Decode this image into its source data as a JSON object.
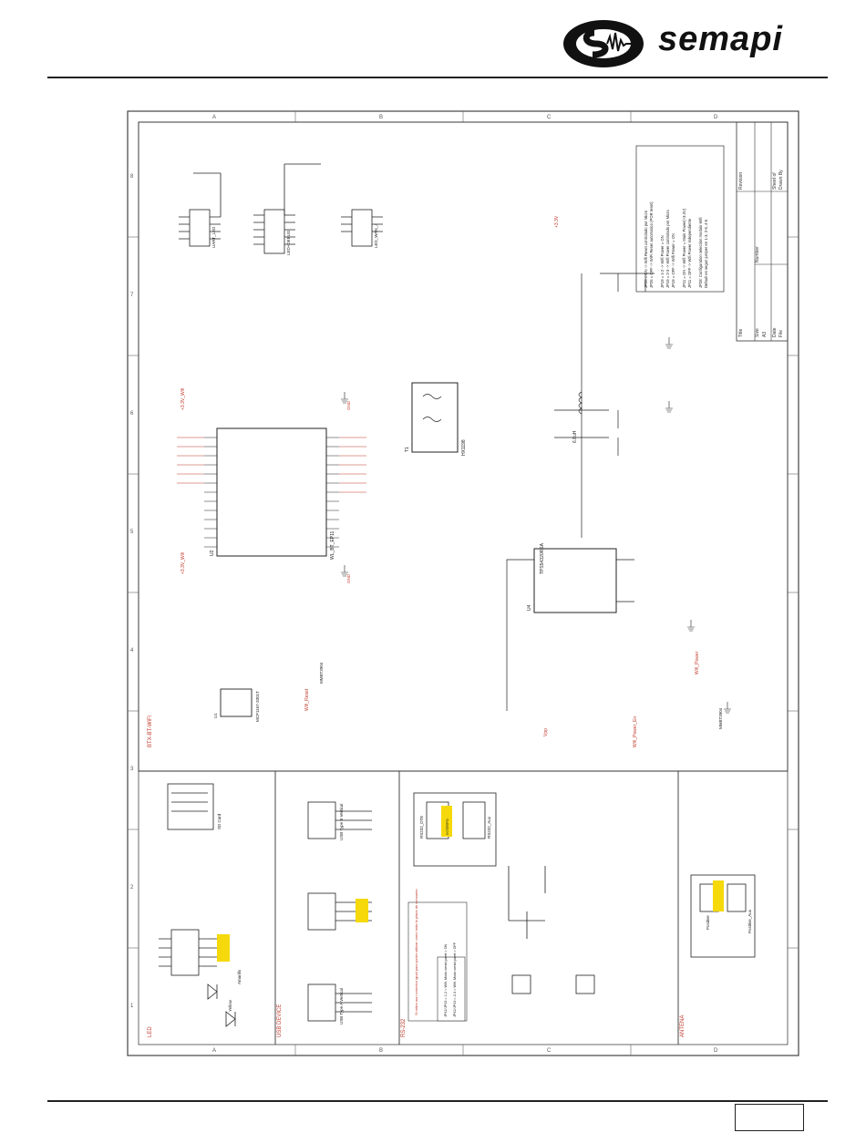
{
  "header": {
    "brand": "semapi"
  },
  "schematic": {
    "sections": {
      "bt": "BTX-BT-WiFi",
      "led": "LED",
      "usb": "USB DEVICE",
      "rs232": "RS-232",
      "antena": "ANTENA"
    },
    "rs232_note": "Si retira aun conector igual para poder utilizar como toda la plana de consumo.",
    "jumper_note_1": "JP42/JP43 = 1-2 = Wifi, Modo serial puert = ON",
    "jumper_note_2": "JP42/JP43 = 2-3 = Wifi, Modo serial puert = OFF",
    "config_notes": [
      "JP26 = ON -> Wifi Reset controlado por Micro",
      "JP26 = OFF -> WiFi Reset automatico (POR reset)",
      "JP19 = 1-2 -> Wifi Power = ON",
      "JP19 = 2-3 -> Wifi Power controlado por Micro",
      "JP19 = OFF -> Wifi Power = ON",
      "JP11 = ON -> Wifi Power = Main Power(+3.3V)",
      "JP11 = OFF -> Wifi Power independiente",
      "JP28: Configuration selection modulo Wifi",
      "Default es segun jumper en 1-3, 2-5, 4-6"
    ],
    "title_block": {
      "title": "Title",
      "size": "Size",
      "size_val": "A3",
      "number": "Number",
      "revision": "Revision",
      "date": "Date",
      "file": "File",
      "sheet": "Sheet of",
      "drawn": "Drawn By"
    },
    "chips": {
      "u2": "U2",
      "u2_part": "WL_BT_EP11",
      "u4": "U4",
      "u4_part": "TPS54320RSA",
      "t1": "T1",
      "t1_part": "HX1198",
      "u1": "U1",
      "u1_part": "MCP1167-3301T"
    },
    "connectors": {
      "jp14": "UART_LED",
      "jp21": "LED+DEBUG",
      "jp24": "LED_WAN_J",
      "j1": "USB Type B Vertical",
      "j3": "USB Type A Vertical",
      "jp30": "SD Card",
      "jp34": "RS232_DTE",
      "jp28": "RS232_Aux",
      "jp36": "Positive",
      "jp38": "Positive_Aux"
    },
    "misc_labels": {
      "vcc": "+3.3V",
      "vcc_wifi": "+3.3V_Wifi",
      "gnd": "GND",
      "vpp": "Vpp",
      "inductor": "6.8uH",
      "diode_led": "Yellow",
      "diode_led2": "Amarillo",
      "rs_highlight": "INTERPO",
      "q2": "MMBT3904",
      "q3": "MMBT3904",
      "wifi_pwr_en": "Wifi_Power_En",
      "wifi_power": "Wifi_Power",
      "wifi_reset": "Wifi_Reset"
    },
    "grid_letters": [
      "A",
      "B",
      "C",
      "D"
    ],
    "grid_numbers": [
      "1",
      "2",
      "3",
      "4",
      "5",
      "6",
      "7",
      "8"
    ]
  },
  "colors": {
    "wire": "#1a1a1a",
    "label_red": "#c0392b",
    "highlight": "#f5d90a",
    "frame": "#333333"
  }
}
